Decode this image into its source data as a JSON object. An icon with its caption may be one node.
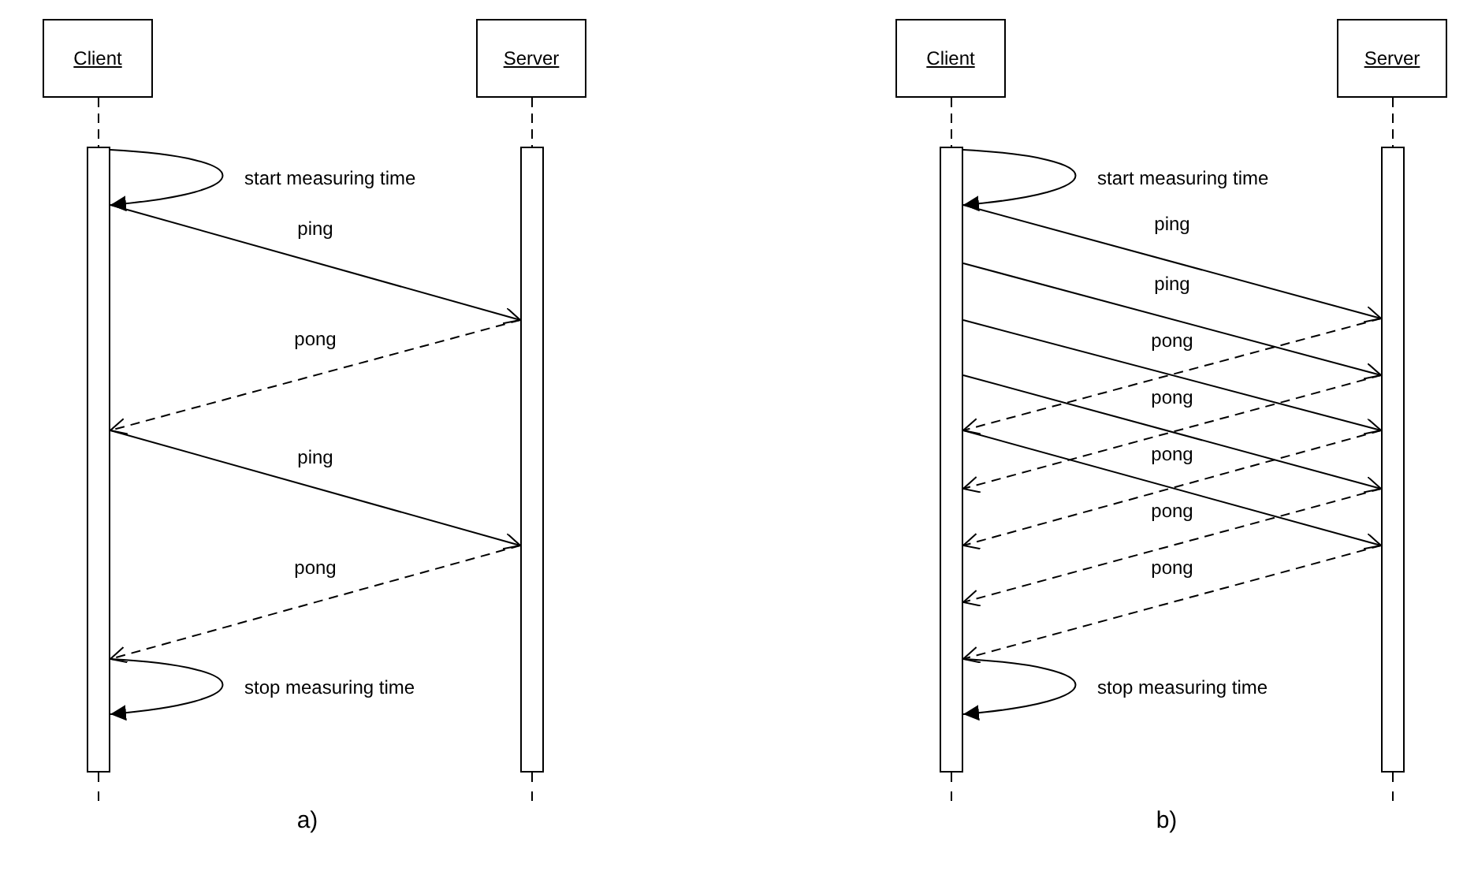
{
  "diagram": {
    "nodes": [
      {
        "text": [
          "Client"
        ]
      },
      {
        "text": [
          "Server"
        ]
      },
      {
        "text": [],
        "shape": "bar"
      },
      {
        "text": [],
        "shape": "bar"
      },
      {
        "text": [
          "Client"
        ]
      },
      {
        "text": [
          "Server"
        ]
      },
      {
        "text": [],
        "shape": "bar"
      },
      {
        "text": [],
        "shape": "bar"
      }
    ],
    "edges": [
      {
        "from": 0,
        "to": 2,
        "arrow": "none",
        "style": "dashed"
      },
      {
        "from": 1,
        "to": 3,
        "arrow": "none",
        "style": "dashed"
      },
      {
        "from": 2,
        "to": 2,
        "arrow": "to",
        "label": "start measuring time"
      },
      {
        "from": 2,
        "to": 3,
        "arrow": "to",
        "label": "ping"
      },
      {
        "from": 3,
        "to": 2,
        "arrow": "to",
        "label": "pong",
        "style": "dashed"
      },
      {
        "from": 2,
        "to": 3,
        "arrow": "to",
        "label": "ping"
      },
      {
        "from": 3,
        "to": 2,
        "arrow": "to",
        "label": "pong",
        "style": "dashed"
      },
      {
        "from": 2,
        "to": 2,
        "arrow": "to",
        "label": "stop measuring time"
      },
      {
        "from": 4,
        "to": 6,
        "arrow": "none",
        "style": "dashed"
      },
      {
        "from": 5,
        "to": 7,
        "arrow": "none",
        "style": "dashed"
      },
      {
        "from": 6,
        "to": 6,
        "arrow": "to",
        "label": "start measuring time"
      },
      {
        "from": 6,
        "to": 7,
        "arrow": "to",
        "label": "ping"
      },
      {
        "from": 6,
        "to": 7,
        "arrow": "to",
        "label": "ping"
      },
      {
        "from": 6,
        "to": 7,
        "arrow": "to"
      },
      {
        "from": 6,
        "to": 7,
        "arrow": "to"
      },
      {
        "from": 6,
        "to": 7,
        "arrow": "to"
      },
      {
        "from": 7,
        "to": 6,
        "arrow": "to",
        "label": "pong",
        "style": "dashed"
      },
      {
        "from": 7,
        "to": 6,
        "arrow": "to",
        "label": "pong",
        "style": "dashed"
      },
      {
        "from": 7,
        "to": 6,
        "arrow": "to",
        "label": "pong",
        "style": "dashed"
      },
      {
        "from": 7,
        "to": 6,
        "arrow": "to",
        "label": "pong",
        "style": "dashed"
      },
      {
        "from": 7,
        "to": 6,
        "arrow": "to",
        "label": "pong",
        "style": "dashed"
      },
      {
        "from": 6,
        "to": 6,
        "arrow": "to",
        "label": "stop measuring time"
      }
    ],
    "labels": [
      "a)",
      "b)"
    ]
  }
}
